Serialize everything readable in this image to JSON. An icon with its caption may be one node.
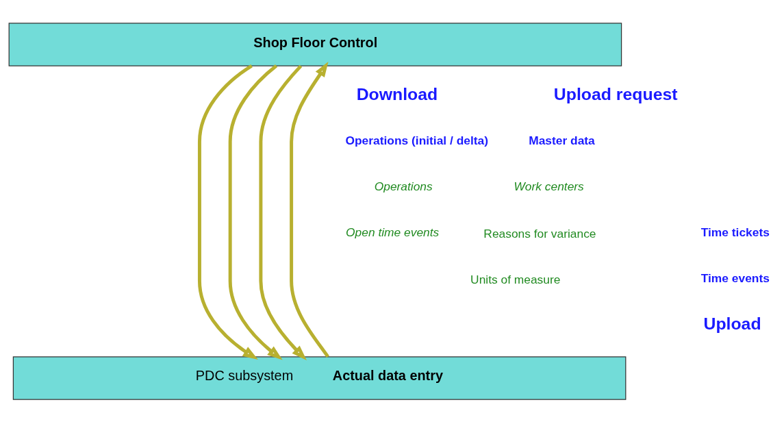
{
  "diagram": {
    "nodes": [
      {
        "text": [
          "Shop Floor Control"
        ]
      },
      {
        "text": [
          "PDC subsystem",
          "Actual data entry"
        ]
      }
    ],
    "edges": [
      {
        "from": 0,
        "to": 1,
        "arrow": "to"
      },
      {
        "from": 0,
        "to": 1,
        "arrow": "to"
      },
      {
        "from": 0,
        "to": 1,
        "arrow": "to"
      },
      {
        "from": 1,
        "to": 0,
        "arrow": "to"
      }
    ],
    "labels": [
      "Download",
      "Operations (initial / delta)",
      "Master data",
      "Upload request",
      "Operations",
      "Work centers",
      "Reasons for variance",
      "Open time events",
      "Units of measure",
      "Time tickets",
      "Time events",
      "Upload"
    ]
  }
}
